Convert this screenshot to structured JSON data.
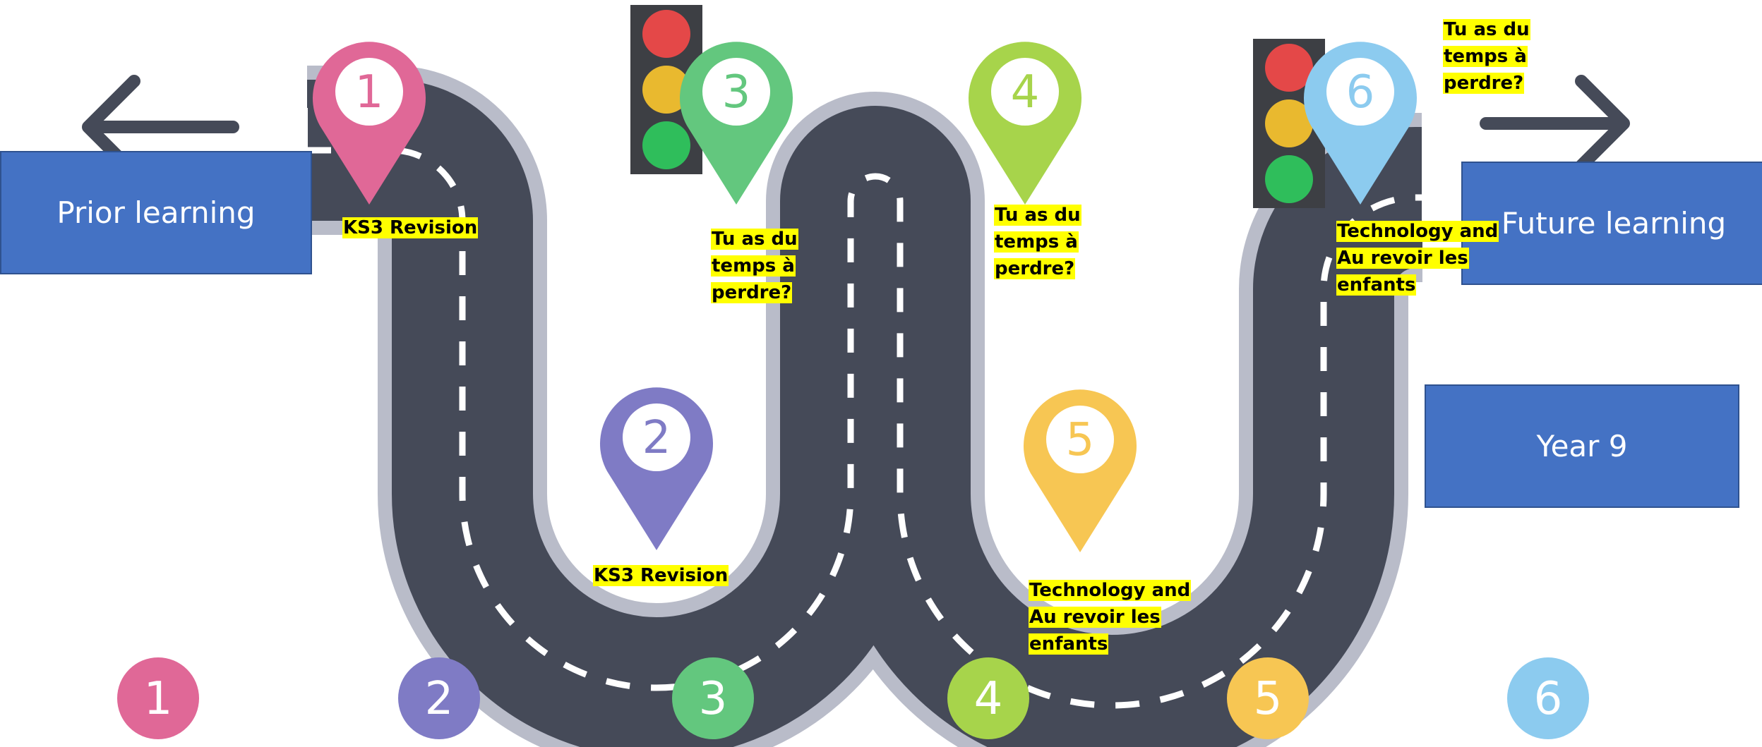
{
  "boxes": {
    "prior": "Prior learning",
    "future": "Future learning",
    "year": "Year 9"
  },
  "colors": {
    "road": "#454a58",
    "road_edge": "#b9bcc9",
    "box_fill": "#4472c4",
    "highlight": "#ffff00",
    "steps": [
      "#e06897",
      "#7f7bc5",
      "#63c77e",
      "#a7d44b",
      "#f7c653",
      "#8ccbef"
    ]
  },
  "steps": [
    {
      "num": "1",
      "label": [
        "KS3 Revision"
      ]
    },
    {
      "num": "2",
      "label": [
        "KS3 Revision"
      ]
    },
    {
      "num": "3",
      "label": [
        "Tu as du",
        "temps à",
        "perdre?"
      ]
    },
    {
      "num": "4",
      "label": [
        "Tu as du",
        "temps à",
        "perdre?"
      ]
    },
    {
      "num": "5",
      "label": [
        "Technology and",
        "Au revoir les",
        "enfants"
      ]
    },
    {
      "num": "6",
      "label": [
        "Technology and",
        "Au revoir les",
        "enfants"
      ]
    }
  ],
  "extra_label": [
    "Tu as du",
    "temps à",
    "perdre?"
  ],
  "bottom_numbers": [
    "1",
    "2",
    "3",
    "4",
    "5",
    "6"
  ],
  "icons": {
    "back": "left-arrow-icon",
    "forward": "right-arrow-icon",
    "traffic_light": "traffic-light-icon",
    "pin": "map-pin-icon"
  }
}
